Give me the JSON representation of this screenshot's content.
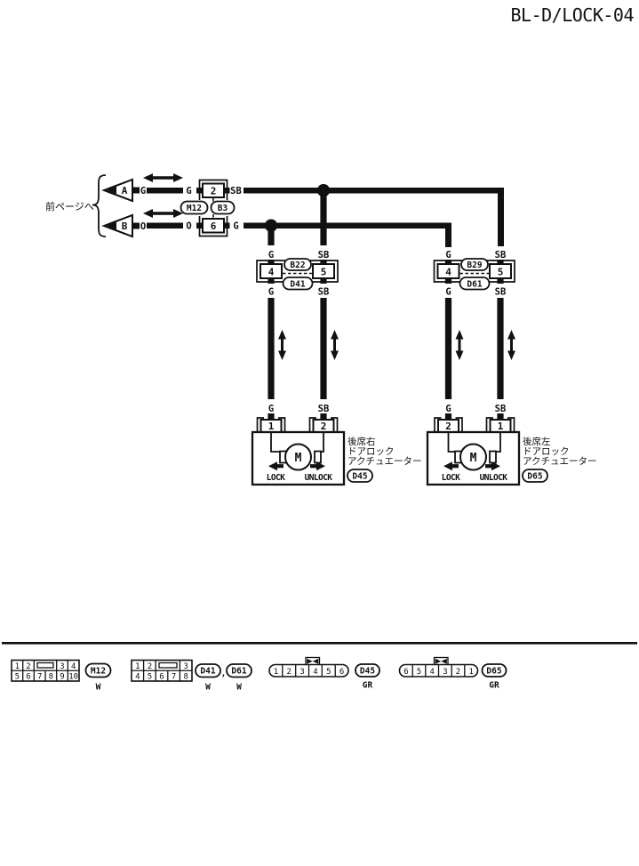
{
  "title": "BL-D/LOCK-04",
  "nav": {
    "prev_page": "前ページへ",
    "arrows": [
      "A",
      "B"
    ]
  },
  "rows": {
    "a": {
      "w1": "G",
      "w2": "G",
      "pin": "2",
      "w3": "SB"
    },
    "b": {
      "w1": "O",
      "w2": "O",
      "pin": "6",
      "w3": "G"
    }
  },
  "inline_pair": [
    "M12",
    "B3"
  ],
  "mid": [
    {
      "wire_top": [
        "G",
        "SB"
      ],
      "pins": [
        "4",
        "5"
      ],
      "ovals": [
        "B22",
        "D41"
      ],
      "wire_bot": [
        "G",
        "SB"
      ],
      "wire_low": [
        "G",
        "SB"
      ]
    },
    {
      "wire_top": [
        "G",
        "SB"
      ],
      "pins": [
        "4",
        "5"
      ],
      "ovals": [
        "B29",
        "D61"
      ],
      "wire_bot": [
        "G",
        "SB"
      ],
      "wire_low": [
        "G",
        "SB"
      ]
    }
  ],
  "act": [
    {
      "pins": [
        "1",
        "2"
      ],
      "motor": "M",
      "lock": "LOCK",
      "unlock": "UNLOCK",
      "name0": "後席右",
      "name1": "ドアロック",
      "name2": "アクチュエーター",
      "code": "D45"
    },
    {
      "pins": [
        "2",
        "1"
      ],
      "motor": "M",
      "lock": "LOCK",
      "unlock": "UNLOCK",
      "name0": "後席左",
      "name1": "ドアロック",
      "name2": "アクチュエーター",
      "code": "D65"
    }
  ],
  "footer": {
    "m12": {
      "top": [
        "1",
        "2",
        "3",
        "4"
      ],
      "bot": [
        "5",
        "6",
        "7",
        "8",
        "9",
        "10"
      ],
      "code": "M12",
      "color": "W"
    },
    "d41": {
      "top": [
        "1",
        "2",
        "3"
      ],
      "bot": [
        "4",
        "5",
        "6",
        "7",
        "8"
      ],
      "codes": [
        "D41",
        "D61"
      ],
      "comma": ",",
      "colors": [
        "W",
        "W"
      ]
    },
    "d45": {
      "pins": [
        "1",
        "2",
        "3",
        "4",
        "5",
        "6"
      ],
      "code": "D45",
      "color": "GR"
    },
    "d65": {
      "pins": [
        "6",
        "5",
        "4",
        "3",
        "2",
        "1"
      ],
      "code": "D65",
      "color": "GR"
    }
  }
}
